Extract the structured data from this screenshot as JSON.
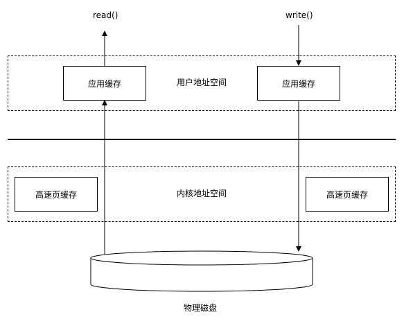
{
  "labels": {
    "read": "read()",
    "write": "write()",
    "user_space": "用户地址空间",
    "kernel_space": "内核地址空间",
    "disk": "物理磁盘"
  },
  "boxes": {
    "app_cache_left": "应用缓存",
    "app_cache_right": "应用缓存",
    "page_cache_left": "高速页缓存",
    "page_cache_right": "高速页缓存"
  }
}
